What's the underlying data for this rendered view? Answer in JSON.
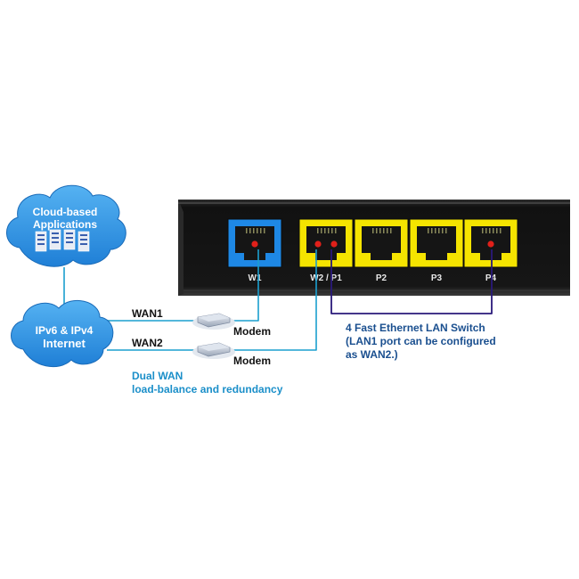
{
  "cloud_top": {
    "line1": "Cloud-based",
    "line2": "Applications"
  },
  "cloud_internet": {
    "line1": "IPv6 & IPv4",
    "line2": "Internet"
  },
  "links": [
    {
      "wan": "WAN1",
      "device": "Modem"
    },
    {
      "wan": "WAN2",
      "device": "Modem"
    }
  ],
  "dual_wan": {
    "line1": "Dual WAN",
    "line2": "load-balance and redundancy"
  },
  "ports": [
    {
      "label": "W1",
      "color": "#1e88e5",
      "active": true,
      "dots": 1
    },
    {
      "label": "W2 / P1",
      "color": "#f5e400",
      "active": true,
      "dots": 2
    },
    {
      "label": "P2",
      "color": "#f5e400",
      "active": false,
      "dots": 0
    },
    {
      "label": "P3",
      "color": "#f5e400",
      "active": false,
      "dots": 0
    },
    {
      "label": "P4",
      "color": "#f5e400",
      "active": true,
      "dots": 1
    }
  ],
  "lan_note": {
    "line1": "4 Fast Ethernet LAN Switch",
    "line2": "(LAN1 port can be configured",
    "line3": "as WAN2.)"
  },
  "colors": {
    "cloud": "#2b8fe0",
    "router_body": "#141414",
    "wire": "#1b9fcf",
    "bracket": "#2a1a7a",
    "led": "#e0201a"
  }
}
